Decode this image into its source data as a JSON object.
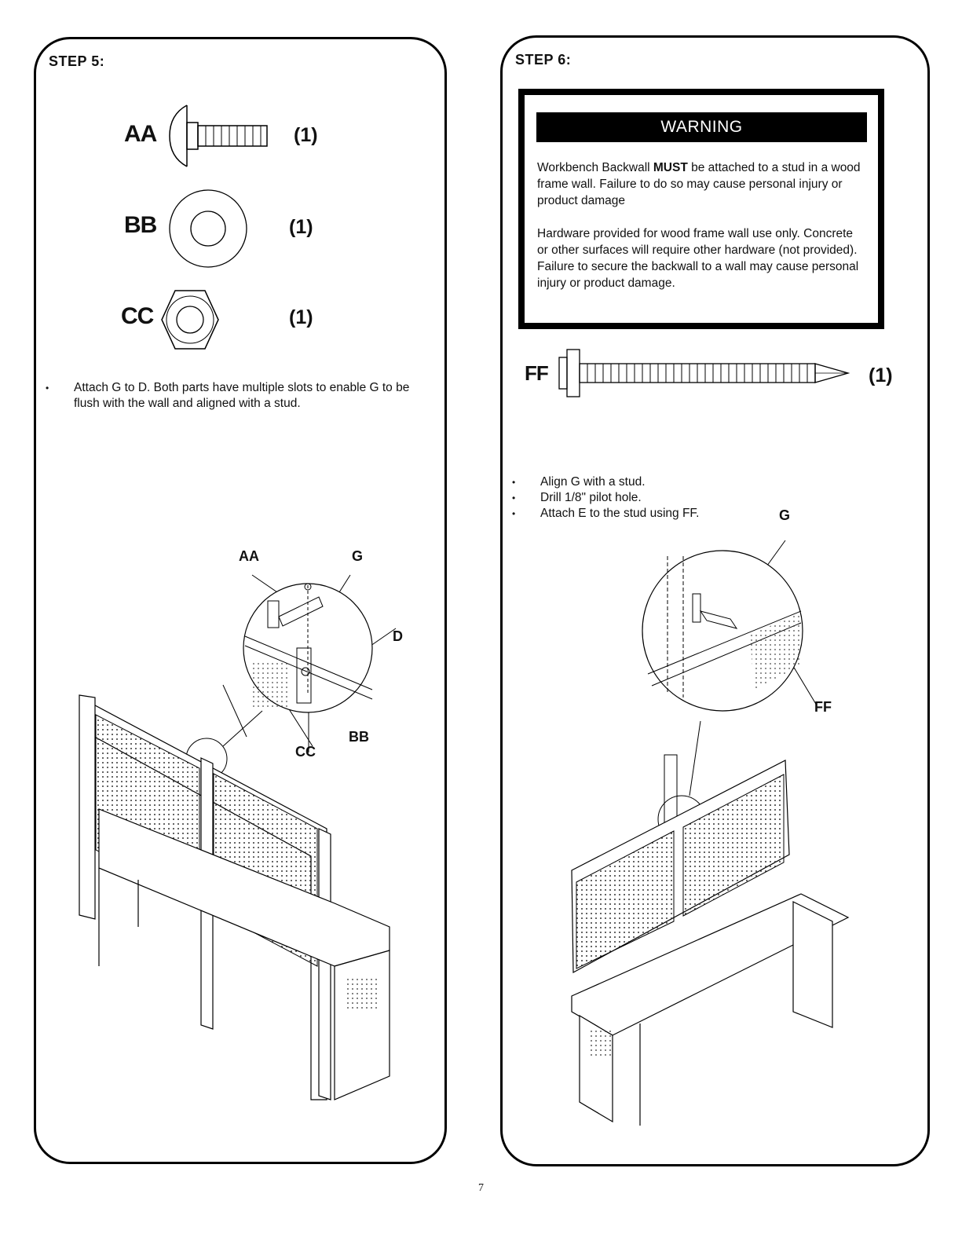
{
  "step5": {
    "title": "STEP 5:",
    "parts": [
      {
        "label": "AA",
        "qty": "(1)",
        "icon": "carriage-bolt-icon"
      },
      {
        "label": "BB",
        "qty": "(1)",
        "icon": "washer-icon"
      },
      {
        "label": "CC",
        "qty": "(1)",
        "icon": "hex-nut-icon"
      }
    ],
    "instructions": [
      "Attach G to D. Both parts have multiple slots to enable G to be flush with the wall and aligned with a stud."
    ],
    "callouts": {
      "aa": "AA",
      "g": "G",
      "d": "D",
      "bb": "BB",
      "cc": "CC"
    }
  },
  "step6": {
    "title": "STEP 6:",
    "warning": {
      "heading": "WARNING",
      "p1_before": "Workbench Backwall ",
      "p1_bold": "MUST",
      "p1_after": " be attached to a stud in a wood frame wall. Failure to do so may cause personal injury or product damage",
      "p2": "Hardware provided for wood frame wall use only. Concrete or other surfaces will require other hardware (not provided). Failure to secure the backwall to a wall may cause personal injury or product damage."
    },
    "part": {
      "label": "FF",
      "qty": "(1)",
      "icon": "lag-screw-icon"
    },
    "instructions": [
      "Align G with a stud.",
      "Drill 1/8\" pilot hole.",
      "Attach E to the stud using FF."
    ],
    "callouts": {
      "g": "G",
      "ff": "FF"
    }
  },
  "page_number": "7"
}
